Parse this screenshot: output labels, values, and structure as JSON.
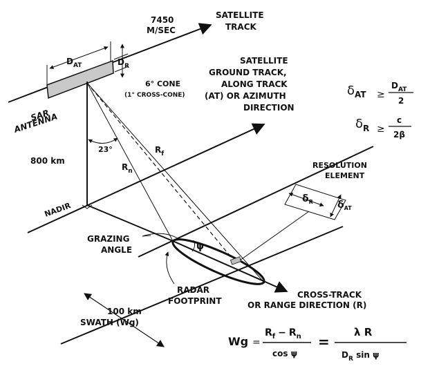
{
  "labels": {
    "velocity_1": "7450",
    "velocity_2": "M/SEC",
    "sat_track_1": "SATELLITE",
    "sat_track_2": "TRACK",
    "ground_track_1": "SATELLITE",
    "ground_track_2": "GROUND TRACK,",
    "ground_track_3": "ALONG TRACK",
    "ground_track_4": "(AT) OR AZIMUTH",
    "ground_track_5": "DIRECTION",
    "d_at_main": "D",
    "d_at_sub": "AT",
    "d_r_main": "D",
    "d_r_sub": "R",
    "cone_1": "6° CONE",
    "cone_2": "(1° CROSS-CONE)",
    "sar_1": "SAR",
    "sar_2": "ANTENNA",
    "angle_23": "23°",
    "altitude": "800 km",
    "rn_main": "R",
    "rn_sub": "n",
    "rf_main": "R",
    "rf_sub": "f",
    "nadir": "NADIR",
    "resolution_1": "RESOLUTION",
    "resolution_2": "ELEMENT",
    "delta_r_sym": "δ",
    "delta_r_sub": "R",
    "delta_at_sym": "δ",
    "delta_at_sub": "AT",
    "grazing_1": "GRAZING",
    "grazing_2": "ANGLE",
    "psi": "ψ",
    "footprint_1": "RADAR",
    "footprint_2": "FOOTPRINT",
    "cross_track_1": "CROSS-TRACK",
    "cross_track_2": "OR RANGE DIRECTION (R)",
    "swath_1": "100 km",
    "swath_2": "SWATH (Wg)"
  },
  "formulas": {
    "f1_lhs_sym": "δ",
    "f1_lhs_sub": "AT",
    "f1_op": "≥",
    "f1_num_main": "D",
    "f1_num_sub": "AT",
    "f1_den": "2",
    "f2_lhs_sym": "δ",
    "f2_lhs_sub": "R",
    "f2_op": "≥",
    "f2_num": "c",
    "f2_den": "2β",
    "wg": "Wg",
    "eq1": "=",
    "fr_num_rf": "R",
    "fr_num_rf_sub": "f",
    "fr_minus": "−",
    "fr_num_rn": "R",
    "fr_num_rn_sub": "n",
    "fr_den": "cos ψ",
    "eq2": "=",
    "lr_num": "λ R",
    "lr_den_d": "D",
    "lr_den_sub": "R",
    "lr_den_rest": " sin ψ"
  },
  "colors": {
    "line": "#111111",
    "antenna_fill": "#c8c8c8",
    "footprint_cell": "#bdbdbd"
  }
}
